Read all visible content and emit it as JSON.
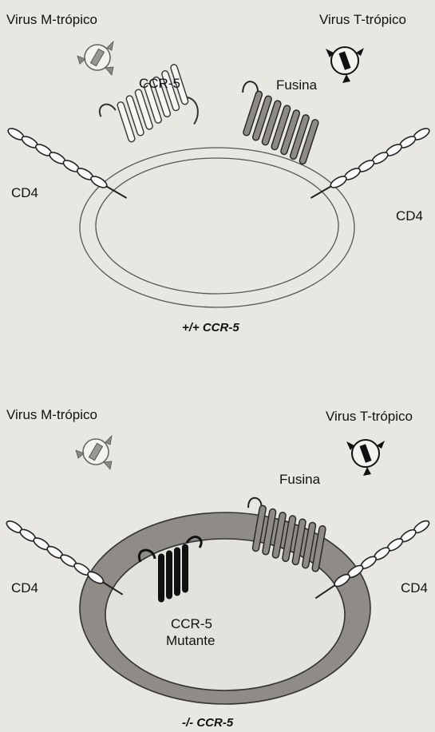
{
  "top": {
    "virus_m": "Virus M-trópico",
    "virus_t": "Virus T-trópico",
    "ccr5": "CCR-5",
    "fusina": "Fusina",
    "cd4_left": "CD4",
    "cd4_right": "CD4",
    "caption": "+/+ CCR-5"
  },
  "bottom": {
    "virus_m": "Virus M-trópico",
    "virus_t": "Virus T-trópico",
    "fusina": "Fusina",
    "cd4_left": "CD4",
    "cd4_right": "CD4",
    "ccr5_mutant_line1": "CCR-5",
    "ccr5_mutant_line2": "Mutante",
    "caption": "-/- CCR-5"
  },
  "colors": {
    "background": "#e9e7e2",
    "cell_fill_mutant": "#8f8b86",
    "ink": "#111111"
  }
}
